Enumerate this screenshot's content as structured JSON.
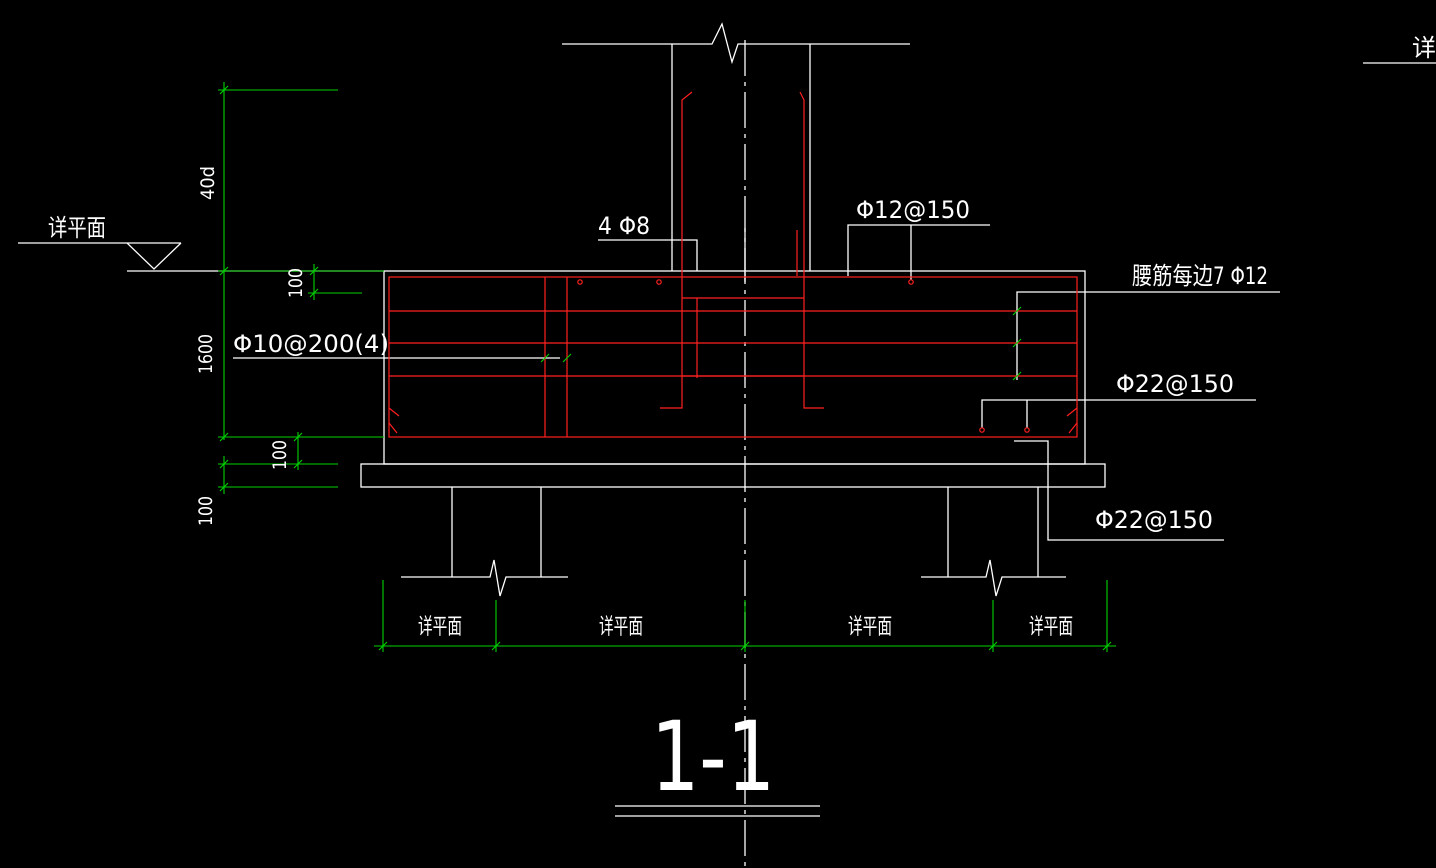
{
  "colors": {
    "background": "#000000",
    "outline": "#ffffff",
    "rebar": "#ff2020",
    "dimension": "#00d400",
    "text": "#ffffff"
  },
  "labels": {
    "elev_left": "详平面",
    "top_right_fragment": "详平",
    "col_bars": "4 Φ8",
    "top_bars": "Φ12@150",
    "waist_bars": "腰筋每边7 Φ12",
    "stirrups": "Φ10@200(4)",
    "bottom_bars_1": "Φ22@150",
    "bottom_bars_2": "Φ22@150",
    "section_title": "1-1"
  },
  "dimensions": {
    "anchor": "40d",
    "top_cover": "100",
    "depth": "1600",
    "cushion_1": "100",
    "cushion_2": "100",
    "bottom": [
      "详平面",
      "详平面",
      "详平面",
      "详平面"
    ]
  }
}
